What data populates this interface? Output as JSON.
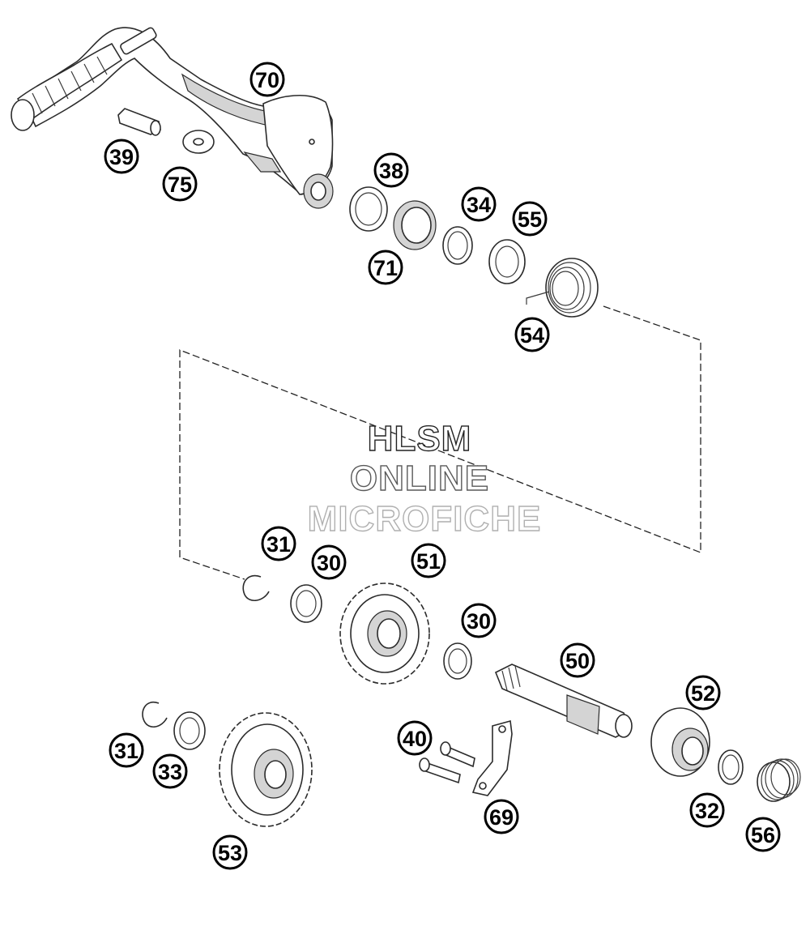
{
  "watermark": {
    "lines": [
      "HLSM",
      "ONLINE",
      "MICROFICHE"
    ],
    "colors": [
      "#222222",
      "#5a5a5a",
      "#b0b0b0"
    ]
  },
  "callouts": [
    {
      "id": "c70a",
      "label": "70",
      "part": "kick-starter-lever"
    },
    {
      "id": "c39",
      "label": "39",
      "part": "pin"
    },
    {
      "id": "c75",
      "label": "75",
      "part": "washer"
    },
    {
      "id": "c38",
      "label": "38",
      "part": "seal-ring"
    },
    {
      "id": "c71",
      "label": "71",
      "part": "bushing"
    },
    {
      "id": "c34",
      "label": "34",
      "part": "washer"
    },
    {
      "id": "c55",
      "label": "55",
      "part": "spring-guide"
    },
    {
      "id": "c54",
      "label": "54",
      "part": "torsion-spring"
    },
    {
      "id": "c31a",
      "label": "31",
      "part": "circlip"
    },
    {
      "id": "c30a",
      "label": "30",
      "part": "washer"
    },
    {
      "id": "c51",
      "label": "51",
      "part": "kick-starter-gear"
    },
    {
      "id": "c30b",
      "label": "30",
      "part": "washer"
    },
    {
      "id": "c50",
      "label": "50",
      "part": "kick-starter-shaft"
    },
    {
      "id": "c52",
      "label": "52",
      "part": "ratchet-wheel"
    },
    {
      "id": "c31b",
      "label": "31",
      "part": "circlip"
    },
    {
      "id": "c33",
      "label": "33",
      "part": "washer"
    },
    {
      "id": "c53",
      "label": "53",
      "part": "intermediate-gear"
    },
    {
      "id": "c40",
      "label": "40",
      "part": "screw"
    },
    {
      "id": "c69",
      "label": "69",
      "part": "stop-plate"
    },
    {
      "id": "c32",
      "label": "32",
      "part": "washer"
    },
    {
      "id": "c56",
      "label": "56",
      "part": "compression-spring"
    }
  ]
}
